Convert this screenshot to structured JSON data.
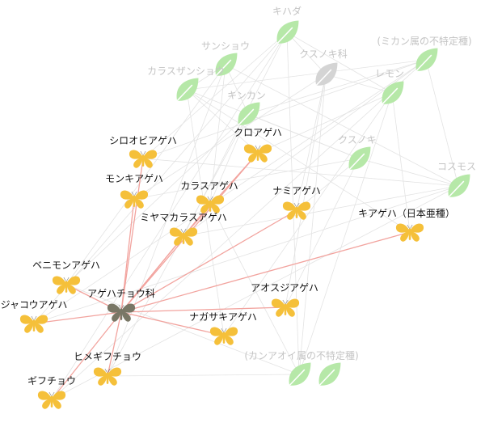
{
  "colors": {
    "butterfly": "#f5c03a",
    "butterfly_center": "#797766",
    "plant": "#b6e8a8",
    "plant_center": "#d4d4d4",
    "edge_highlight": "#f2a39e",
    "edge_background": "#e3e3e3"
  },
  "center": {
    "id": "agehachou",
    "label": "アゲハチョウ科"
  },
  "butterflies": [
    {
      "id": "shiroobi",
      "label": "シロオビアゲハ"
    },
    {
      "id": "monki",
      "label": "モンキアゲハ"
    },
    {
      "id": "kuro",
      "label": "クロアゲハ"
    },
    {
      "id": "karasu",
      "label": "カラスアゲハ"
    },
    {
      "id": "miyamakarasu",
      "label": "ミヤマカラスアゲハ"
    },
    {
      "id": "nami",
      "label": "ナミアゲハ"
    },
    {
      "id": "kiageha",
      "label": "キアゲハ（日本亜種）"
    },
    {
      "id": "benimon",
      "label": "ベニモンアゲハ"
    },
    {
      "id": "jakou",
      "label": "ジャコウアゲハ"
    },
    {
      "id": "aosuji",
      "label": "アオスジアゲハ"
    },
    {
      "id": "nagasaki",
      "label": "ナガサキアゲハ"
    },
    {
      "id": "himegifu",
      "label": "ヒメギフチョウ"
    },
    {
      "id": "gifu",
      "label": "ギフチョウ"
    }
  ],
  "plants": [
    {
      "id": "kihada",
      "label": "キハダ"
    },
    {
      "id": "sanshou",
      "label": "サンショウ"
    },
    {
      "id": "karasuzanshou",
      "label": "カラスザンショウ"
    },
    {
      "id": "kusunokika",
      "label": "クスノキ科"
    },
    {
      "id": "mikan",
      "label": "(ミカン属の不特定種)"
    },
    {
      "id": "kinkan",
      "label": "キンカン"
    },
    {
      "id": "lemon",
      "label": "レモン"
    },
    {
      "id": "kusunoki",
      "label": "クスノキ"
    },
    {
      "id": "cosmos",
      "label": "コスモス"
    },
    {
      "id": "kanaoi",
      "label": "(カンアオイ属の不特定種)"
    }
  ]
}
